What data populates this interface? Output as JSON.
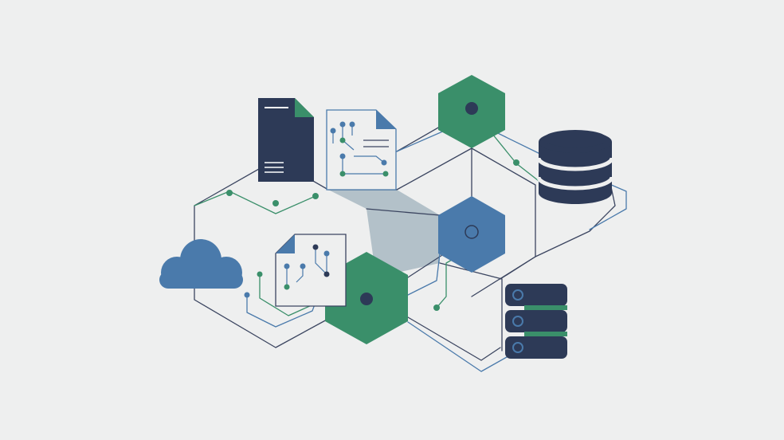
{
  "diagram": {
    "colors": {
      "background": "#eeefef",
      "navy": "#2d3a57",
      "green": "#3a8f6a",
      "blue": "#4a7aab",
      "gray_panel": "#b3c1c9",
      "line_dark": "#3b4560",
      "line_green": "#3a8f6a",
      "line_blue": "#4a7aab"
    },
    "nodes": [
      {
        "id": "hex-top-green",
        "kind": "hexagon",
        "fill": "green"
      },
      {
        "id": "hex-center-blue",
        "kind": "hexagon",
        "fill": "blue"
      },
      {
        "id": "hex-bottom-green",
        "kind": "hexagon",
        "fill": "green"
      },
      {
        "id": "document-navy",
        "kind": "document-icon"
      },
      {
        "id": "document-circuit-top",
        "kind": "circuit-document-icon"
      },
      {
        "id": "document-circuit-left",
        "kind": "circuit-document-icon"
      },
      {
        "id": "database",
        "kind": "database-icon"
      },
      {
        "id": "server-rack",
        "kind": "server-icon"
      },
      {
        "id": "cloud",
        "kind": "cloud-icon"
      }
    ],
    "icons": [
      "document-icon",
      "circuit-document-icon",
      "database-icon",
      "server-icon",
      "cloud-icon",
      "hexagon-node"
    ]
  }
}
